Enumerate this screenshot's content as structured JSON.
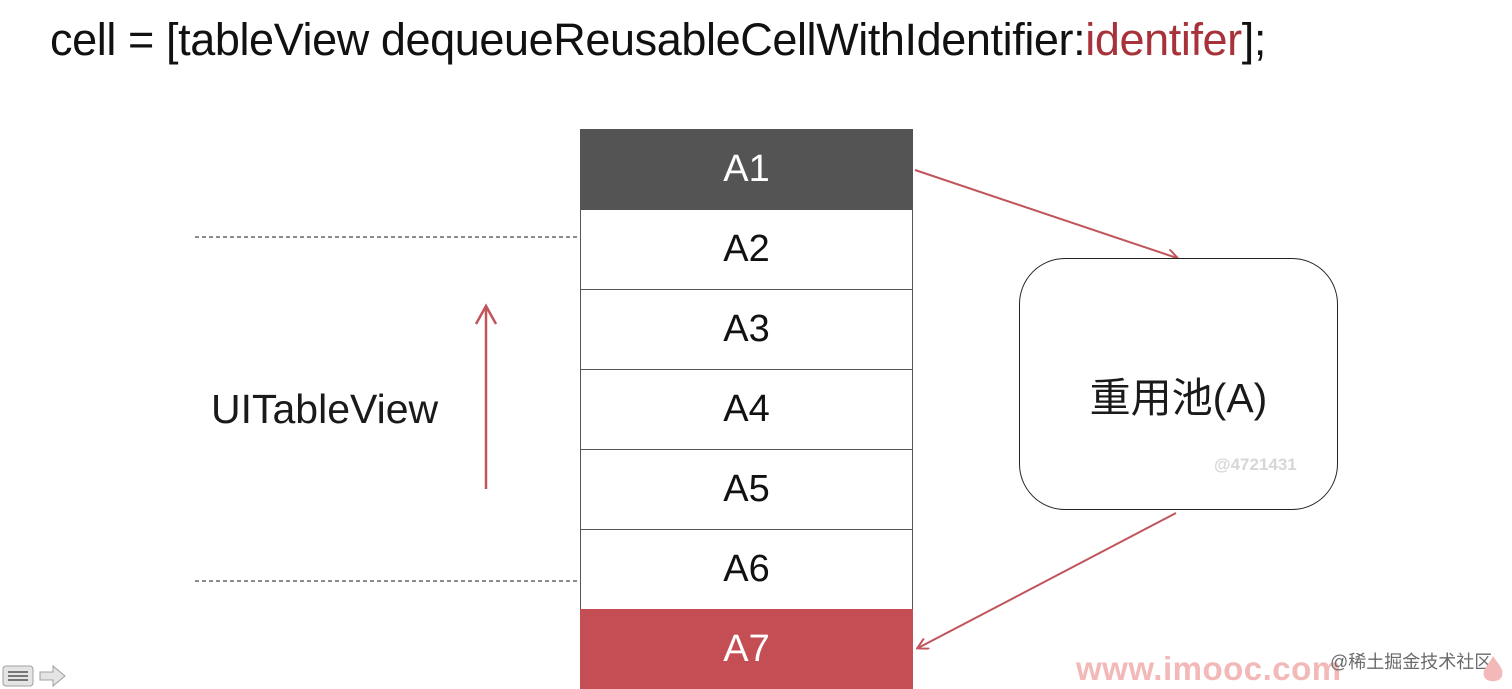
{
  "header": {
    "code_before": "cell = [tableView dequeueReusableCellWithIdentifier:",
    "code_highlight": "identifer",
    "code_after": "];"
  },
  "table": {
    "cells": [
      {
        "label": "A1",
        "state": "outgoing"
      },
      {
        "label": "A2",
        "state": "normal"
      },
      {
        "label": "A3",
        "state": "normal"
      },
      {
        "label": "A4",
        "state": "normal"
      },
      {
        "label": "A5",
        "state": "normal"
      },
      {
        "label": "A6",
        "state": "normal"
      },
      {
        "label": "A7",
        "state": "incoming"
      }
    ]
  },
  "left_label": "UITableView",
  "pool": {
    "label": "重用池(A)",
    "watermark": "@4721431"
  },
  "footer": {
    "site": "www.imooc.com",
    "watermark": "@稀土掘金技术社区"
  },
  "colors": {
    "highlight": "#a8323a",
    "arrow": "#c0555b",
    "outgoing_cell": "#545454",
    "incoming_cell": "#c44e54"
  }
}
